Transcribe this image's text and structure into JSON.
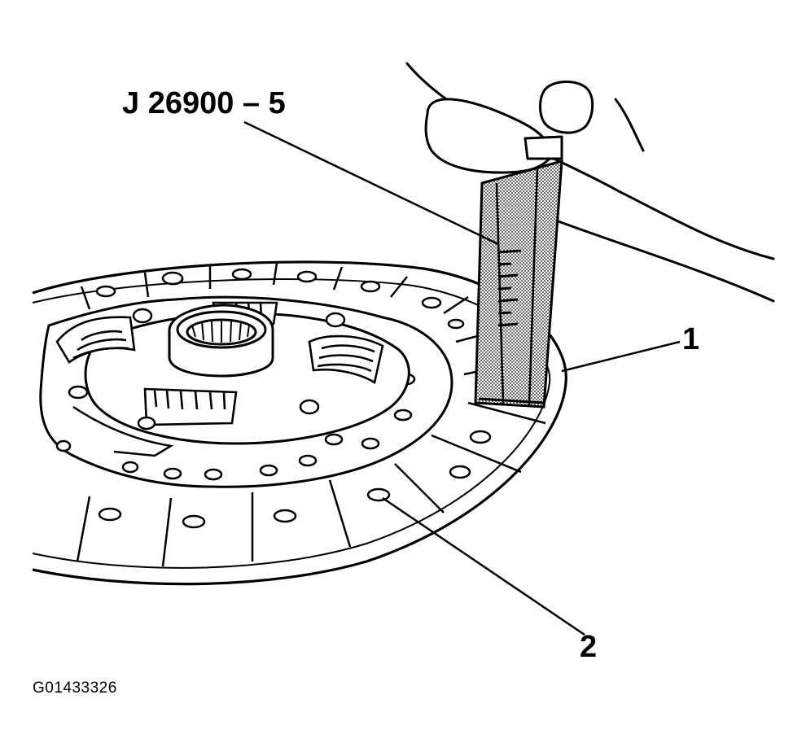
{
  "labels": {
    "tool": "J 26900 – 5",
    "callout_1": "1",
    "callout_2": "2",
    "figure_id": "G01433326"
  },
  "colors": {
    "line": "#000000",
    "background": "#ffffff",
    "gauge_fill": "#cfcfcf"
  }
}
